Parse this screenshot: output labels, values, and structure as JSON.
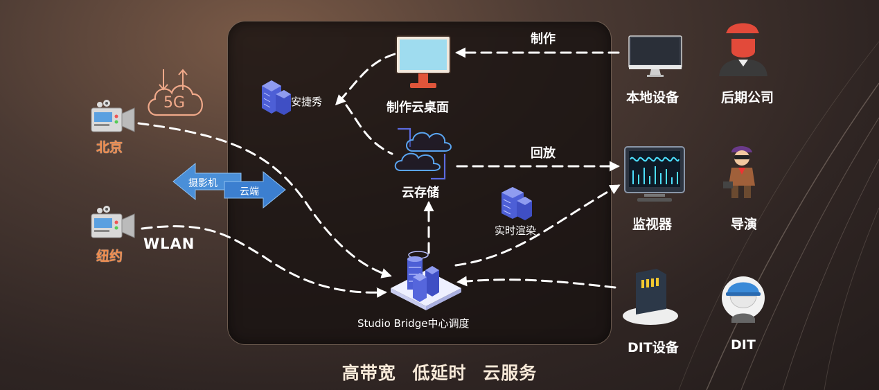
{
  "colors": {
    "accent_orange": "#f08a4a",
    "arrow_blue": "#4a8fd8",
    "server_blue": "#5b6be0",
    "panel_border": "#d9b89b"
  },
  "diagram": {
    "sources": {
      "beijing": {
        "label": "北京",
        "network_label": "5G"
      },
      "newyork": {
        "label": "纽约",
        "network_label": "WLAN"
      }
    },
    "bridge_arrow": {
      "left_label": "摄影机",
      "right_label": "云端"
    },
    "nodes": {
      "anjiexiu": "安捷秀",
      "cloud_desktop": "制作云桌面",
      "cloud_storage": "云存储",
      "realtime_render": "实时渲染",
      "studio_bridge": "Studio Bridge中心调度"
    },
    "edges": {
      "production": "制作",
      "playback": "回放"
    },
    "devices": {
      "local_device": "本地设备",
      "post_company": "后期公司",
      "monitor": "监视器",
      "director": "导演",
      "dit_device": "DIT设备",
      "dit": "DIT"
    }
  },
  "tagline": "高带宽 低延时 云服务"
}
